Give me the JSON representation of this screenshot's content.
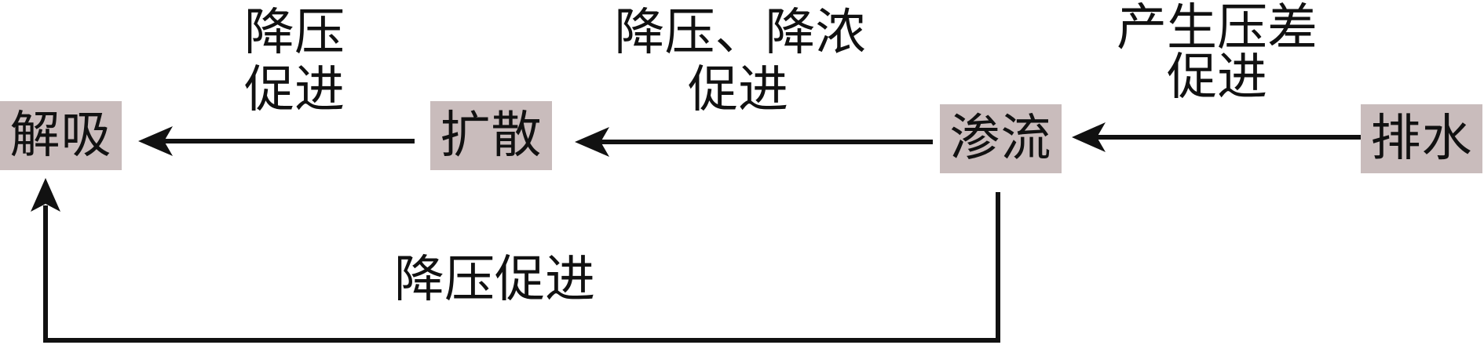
{
  "nodes": {
    "desorption": "解吸",
    "diffusion": "扩散",
    "seepage": "渗流",
    "drainage": "排水"
  },
  "edges": {
    "drainage_to_seepage": {
      "line1": "产生压差",
      "line2": "促进"
    },
    "seepage_to_diffusion": {
      "line1": "降压、降浓",
      "line2": "促进"
    },
    "diffusion_to_desorption": {
      "line1": "降压",
      "line2": "促进"
    },
    "seepage_to_desorption": {
      "line1": "降压促进"
    }
  },
  "colors": {
    "node_fill": "#c9bcbc",
    "arrow": "#111111"
  }
}
